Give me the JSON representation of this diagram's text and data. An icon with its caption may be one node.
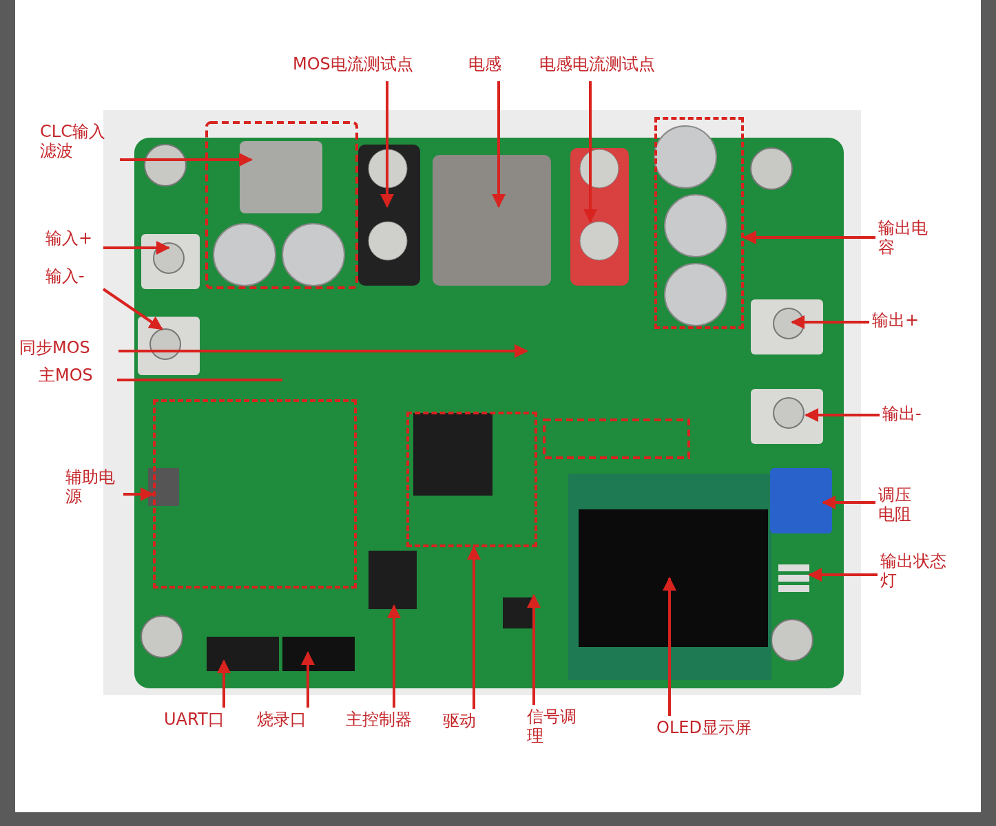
{
  "diagram": {
    "nodes": [
      {
        "text": [
          "MOS电流测试点"
        ]
      },
      {
        "text": [
          "电感"
        ]
      },
      {
        "text": [
          "电感电流测试点"
        ]
      },
      {
        "text": [
          "CLC输入滤波"
        ]
      },
      {
        "text": [
          "输入+"
        ]
      },
      {
        "text": [
          "输入-"
        ]
      },
      {
        "text": [
          "同步MOS"
        ]
      },
      {
        "text": [
          "主MOS"
        ]
      },
      {
        "text": [
          "辅助电源"
        ]
      },
      {
        "text": [
          "输出电容"
        ]
      },
      {
        "text": [
          "输出+"
        ]
      },
      {
        "text": [
          "输出-"
        ]
      },
      {
        "text": [
          "调压电阻"
        ]
      },
      {
        "text": [
          "输出状态灯"
        ]
      },
      {
        "text": [
          "UART口"
        ]
      },
      {
        "text": [
          "烧录口"
        ]
      },
      {
        "text": [
          "主控制器"
        ]
      },
      {
        "text": [
          "驱动"
        ]
      },
      {
        "text": [
          "信号调理"
        ]
      },
      {
        "text": [
          "OLED显示屏"
        ]
      },
      {
        "text": [],
        "shape": "box"
      },
      {
        "text": [],
        "shape": "box"
      },
      {
        "text": [],
        "shape": "box"
      }
    ],
    "edges": [
      {
        "from": 0,
        "to": null,
        "arrow": "to"
      },
      {
        "from": 1,
        "to": null,
        "arrow": "to"
      },
      {
        "from": 2,
        "to": null,
        "arrow": "to"
      },
      {
        "from": 3,
        "to": null,
        "arrow": "to"
      },
      {
        "from": 4,
        "to": null,
        "arrow": "to"
      },
      {
        "from": 5,
        "to": null,
        "arrow": "to"
      },
      {
        "from": 6,
        "to": null,
        "arrow": "to"
      },
      {
        "from": 7,
        "to": null,
        "arrow": "none"
      },
      {
        "from": 8,
        "to": 21,
        "arrow": "to"
      },
      {
        "from": 9,
        "to": 20,
        "arrow": "to"
      },
      {
        "from": 10,
        "to": null,
        "arrow": "to"
      },
      {
        "from": 11,
        "to": null,
        "arrow": "to"
      },
      {
        "from": 12,
        "to": null,
        "arrow": "to"
      },
      {
        "from": 13,
        "to": null,
        "arrow": "to"
      },
      {
        "from": 14,
        "to": null,
        "arrow": "to"
      },
      {
        "from": 15,
        "to": null,
        "arrow": "to"
      },
      {
        "from": 16,
        "to": null,
        "arrow": "to"
      },
      {
        "from": 17,
        "to": 22,
        "arrow": "to"
      },
      {
        "from": 18,
        "to": null,
        "arrow": "to"
      },
      {
        "from": 19,
        "to": null,
        "arrow": "to"
      }
    ]
  }
}
